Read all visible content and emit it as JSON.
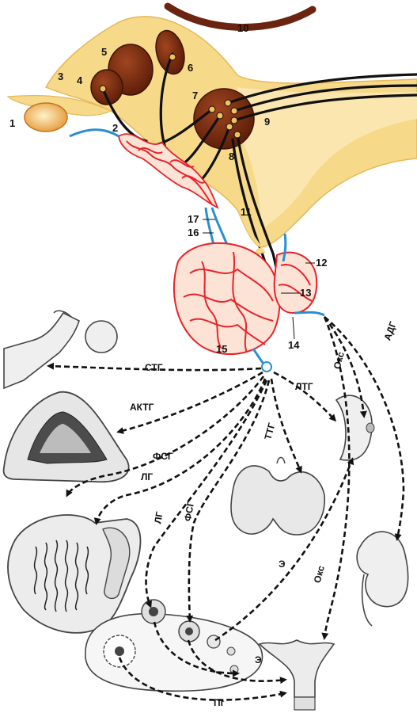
{
  "labels": {
    "n1": "1",
    "n2": "2",
    "n3": "3",
    "n4": "4",
    "n5": "5",
    "n6": "6",
    "n7": "7",
    "n8": "8",
    "n9": "9",
    "n10": "10",
    "n11": "11",
    "n12": "12",
    "n13": "13",
    "n14": "14",
    "n15": "15",
    "n16": "16",
    "n17": "17"
  },
  "hormones": {
    "stg": "СТГ",
    "aktg": "АКТГ",
    "fsg_upper": "ФСГ",
    "lg_upper": "ЛГ",
    "ltg": "ЛТГ",
    "ttg": "ТТГ",
    "oks_upper": "Окс",
    "adg": "АДГ",
    "lg_lower": "ЛГ",
    "fsg_lower": "ФСГ",
    "e_upper": "Э",
    "oks_lower": "Окс",
    "e_lower": "Э",
    "pg": "Пг"
  },
  "colors": {
    "yellow_tissue": "#f7d98a",
    "nucleus_brown": "#7a2a12",
    "vessel_red": "#e8232a",
    "portal_blue": "#2a8fd0",
    "gland_pink": "#fde3d6"
  }
}
